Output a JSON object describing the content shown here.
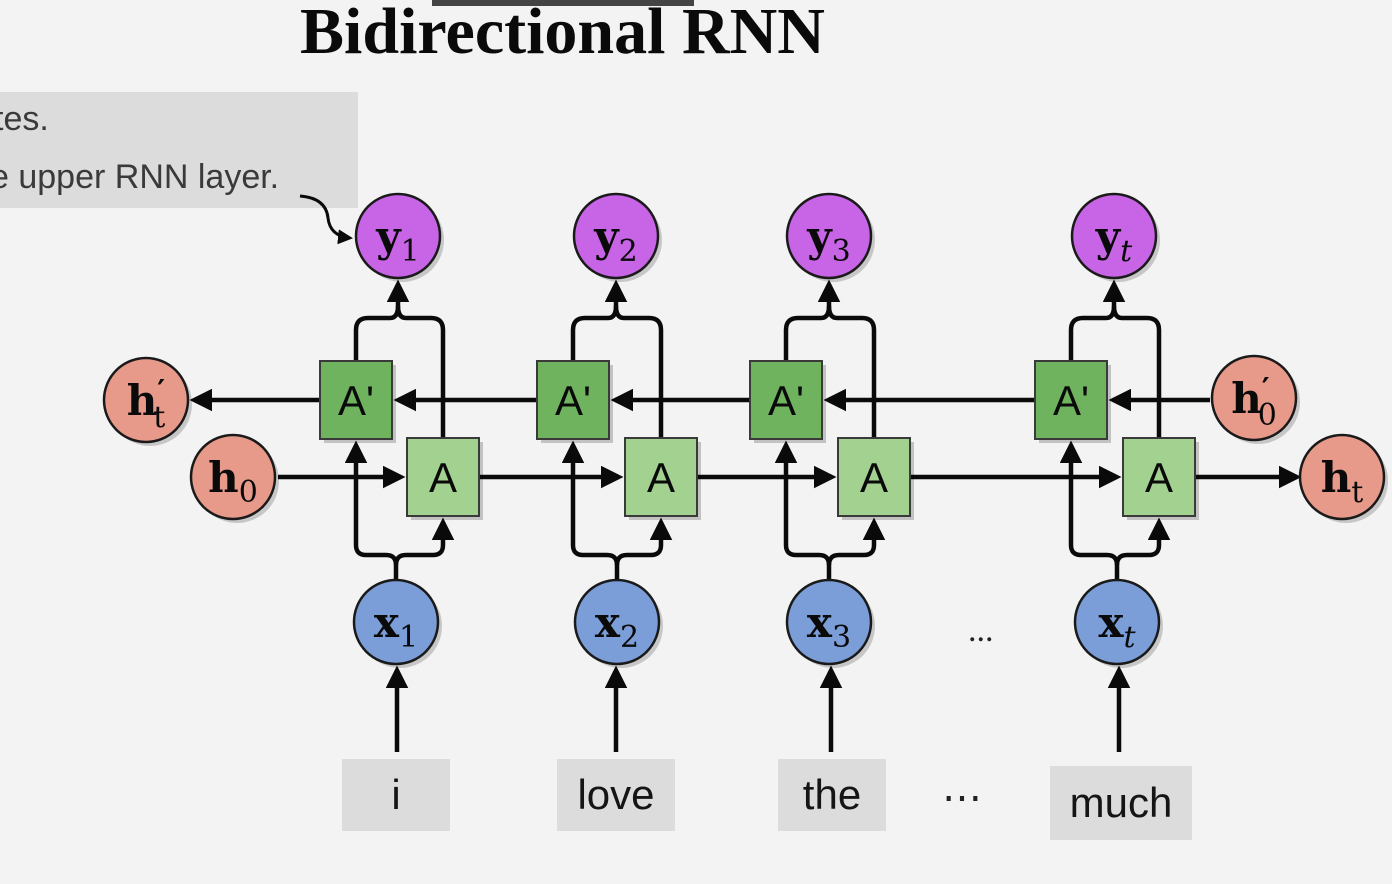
{
  "slide": {
    "title": "Bidirectional RNN",
    "note_lines": [
      "tes.",
      "e upper RNN layer."
    ]
  },
  "nodes": {
    "outputs": [
      {
        "var": "y",
        "sub": "1"
      },
      {
        "var": "y",
        "sub": "2"
      },
      {
        "var": "y",
        "sub": "3"
      },
      {
        "var": "y",
        "sub": "t",
        "italic_sub": true
      }
    ],
    "inputs": [
      {
        "var": "x",
        "sub": "1"
      },
      {
        "var": "x",
        "sub": "2"
      },
      {
        "var": "x",
        "sub": "3"
      },
      {
        "var": "x",
        "sub": "t",
        "italic_sub": true
      }
    ],
    "backward_cell_label": "A'",
    "forward_cell_label": "A",
    "h_t_prime": {
      "var": "h",
      "prime": "′",
      "sub": "t"
    },
    "h_0_prime": {
      "var": "h",
      "prime": "′",
      "sub": "0"
    },
    "h_0": {
      "var": "h",
      "sub": "0"
    },
    "h_t": {
      "var": "h",
      "sub": "t"
    },
    "middle_ellipsis": "...",
    "words": [
      "i",
      "love",
      "the",
      "much"
    ],
    "word_ellipsis": "⋯"
  },
  "colors": {
    "output_fill": "#c864e6",
    "input_fill": "#7b9ed8",
    "hidden_fill": "#e89a8a",
    "backward_cell_fill": "#6fb35f",
    "forward_cell_fill": "#a3d18f"
  }
}
